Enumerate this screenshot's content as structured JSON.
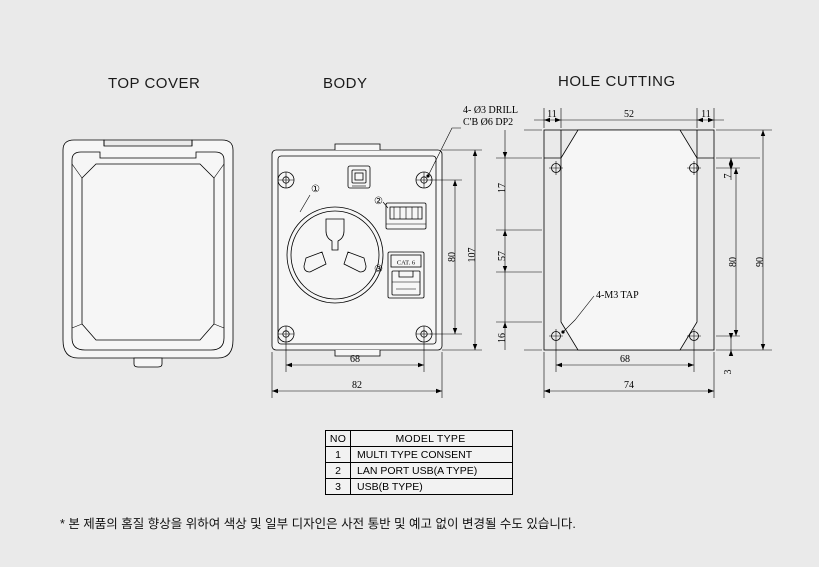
{
  "titles": {
    "top_cover": "TOP COVER",
    "body": "BODY",
    "hole_cutting": "HOLE CUTTING"
  },
  "annotations": {
    "drill_1": "4- Ø3 DRILL",
    "drill_2": "C'B Ø6 DP2",
    "tap": "4-M3 TAP",
    "callout_1": "①",
    "callout_2": "②",
    "callout_3": "③",
    "lan_label": "CAT. 6"
  },
  "dimensions": {
    "body": {
      "h80": "80",
      "h107": "107",
      "w68": "68",
      "w82": "82"
    },
    "hole": {
      "top_left": "11",
      "top_mid": "52",
      "top_right": "11",
      "left_17": "17",
      "left_57": "57",
      "left_16": "16",
      "right_7": "7",
      "right_80": "80",
      "right_90": "90",
      "right_3": "3",
      "bottom_68": "68",
      "bottom_74": "74"
    }
  },
  "table": {
    "headers": [
      "NO",
      "MODEL  TYPE"
    ],
    "rows": [
      {
        "no": "1",
        "type": "MULTI TYPE CONSENT"
      },
      {
        "no": "2",
        "type": "LAN PORT USB(A TYPE)"
      },
      {
        "no": "3",
        "type": "USB(B TYPE)"
      }
    ]
  },
  "footnote": "* 본 제품의 홈질 향상을 위하여 색상 및 일부 디자인은 사전 통반 및 예고 없이 변경될 수도 있습니다.",
  "colors": {
    "background": "#eaeaea",
    "line": "#000000",
    "panel_fill": "#f6f6f6",
    "table_fill": "#f2f2f2"
  }
}
